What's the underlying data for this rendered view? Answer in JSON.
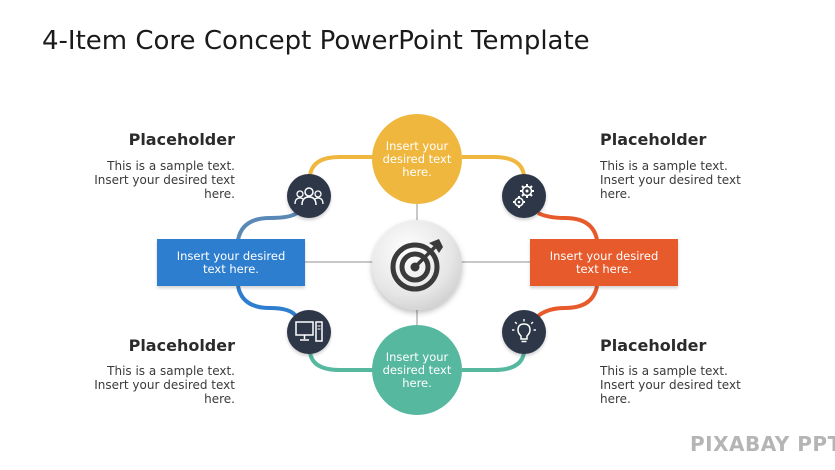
{
  "slide": {
    "title": "4-Item Core Concept PowerPoint Template"
  },
  "colors": {
    "top": "#F0B73F",
    "left": "#2E7ED0",
    "right": "#E65A2C",
    "bottom": "#57B8A0",
    "icon_bg": "#2D3748",
    "connector": "#C8C8C8"
  },
  "nodes": {
    "top": "Insert your desired text here.",
    "left": "Insert your desired text here.",
    "right": "Insert your desired text here.",
    "bottom": "Insert your desired text here."
  },
  "placeholders": {
    "top_left": {
      "title": "Placeholder",
      "text": "This is a sample text. Insert your desired text here."
    },
    "top_right": {
      "title": "Placeholder",
      "text": "This is a sample text. Insert your desired text here."
    },
    "bottom_left": {
      "title": "Placeholder",
      "text": "This is a sample text. Insert your desired text here."
    },
    "bottom_right": {
      "title": "Placeholder",
      "text": "This is a sample text. Insert your desired text here."
    }
  },
  "icons": {
    "top_left": "people-group-icon",
    "top_right": "gears-icon",
    "bottom_left": "computer-icon",
    "bottom_right": "lightbulb-icon",
    "center": "target-arrow-icon"
  },
  "watermark": "PIXABAY PPT"
}
